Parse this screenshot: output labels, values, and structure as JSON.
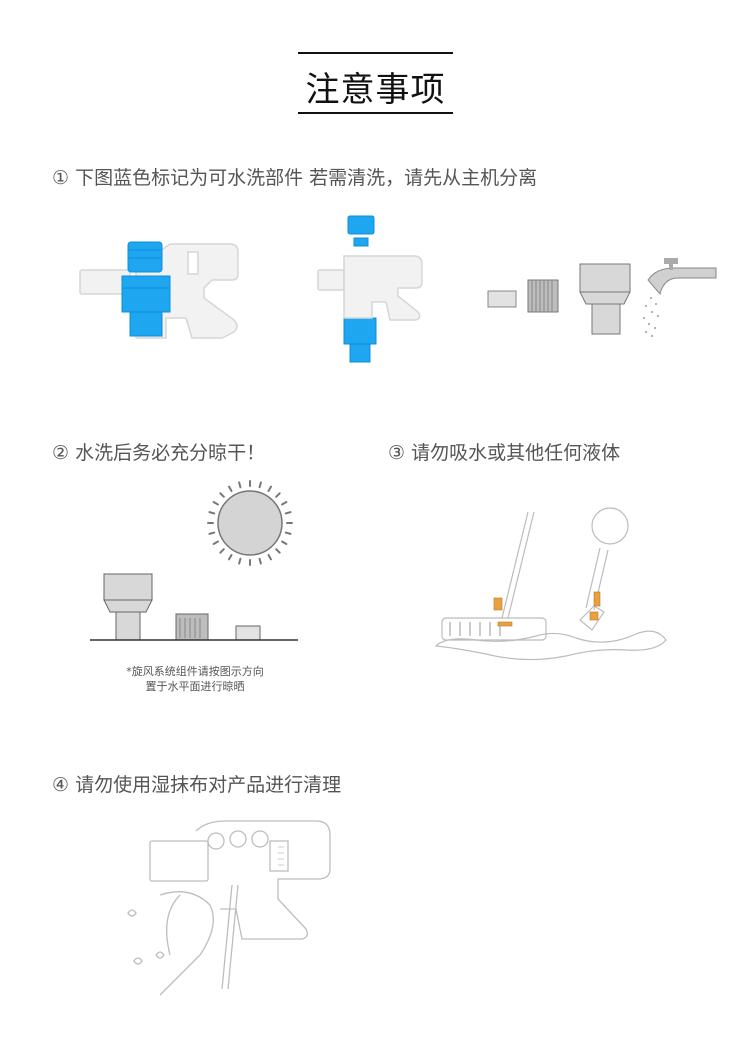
{
  "header": {
    "title": "注意事项"
  },
  "steps": [
    {
      "text": "① 下图蓝色标记为可水洗部件 若需清洗，请先从主机分离"
    },
    {
      "text": "② 水洗后务必充分晾干！"
    },
    {
      "text": "③ 请勿吸水或其他任何液体"
    },
    {
      "text": "④ 请勿使用湿抹布对产品进行清理"
    }
  ],
  "caption": {
    "line1": "*旋风系统组件请按图示方向",
    "line2": "置于水平面进行晾晒"
  },
  "colors": {
    "accent_blue": "#1ea7f0",
    "line_gray": "#cfcfcf",
    "text": "#555555"
  }
}
